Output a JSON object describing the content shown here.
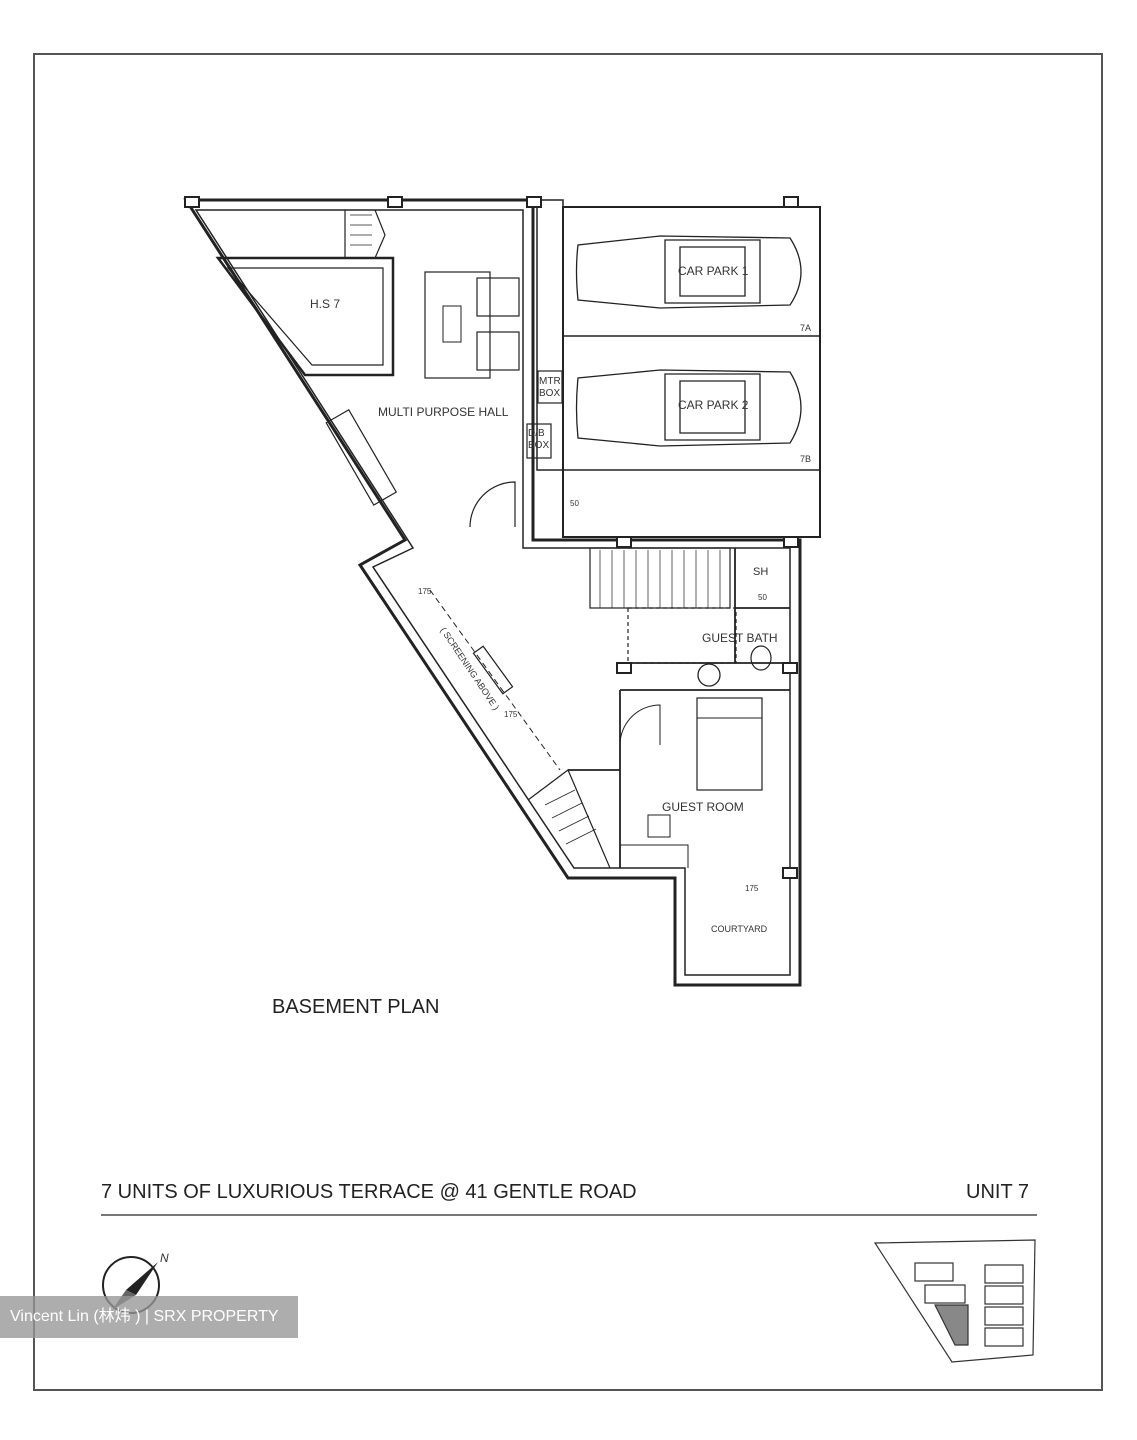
{
  "plan": {
    "title": "BASEMENT PLAN",
    "project": "7 UNITS OF LUXURIOUS TERRACE @ 41 GENTLE ROAD",
    "unit": "UNIT 7"
  },
  "rooms": {
    "hs": "H.S 7",
    "hall": "MULTI PURPOSE HALL",
    "car_park_1": "CAR PARK 1",
    "car_park_2": "CAR PARK 2",
    "lot_7a": "7A",
    "lot_7b": "7B",
    "mtr_box_1": "MTR",
    "mtr_box_2": "BOX",
    "db_box_1": "D/B",
    "db_box_2": "BOX",
    "sh": "SH",
    "guest_bath": "GUEST BATH",
    "guest_room": "GUEST ROOM",
    "courtyard": "COURTYARD",
    "screening": "( SCREENING ABOVE )"
  },
  "dimensions": {
    "d50_a": "50",
    "d50_b": "50",
    "d175_a": "175",
    "d175_b": "175",
    "d175_c": "175"
  },
  "compass": {
    "north": "N"
  },
  "watermark": "Vincent Lin (林炜 )  | SRX PROPERTY",
  "colors": {
    "line": "#222222",
    "background": "#ffffff",
    "watermark_bg": "#969696"
  }
}
